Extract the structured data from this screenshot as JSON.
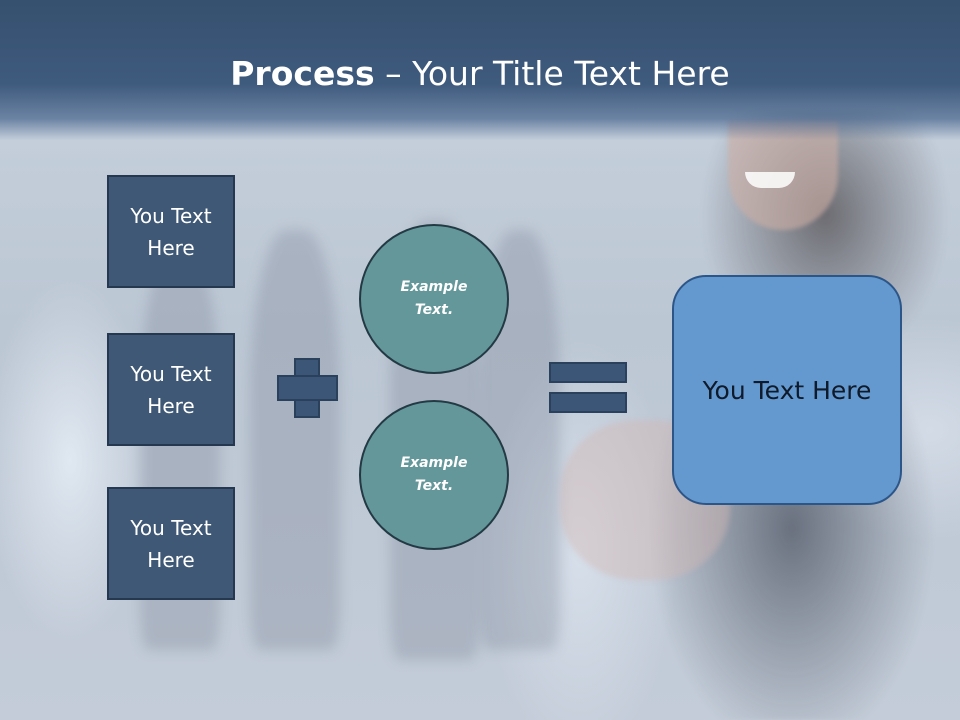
{
  "slide": {
    "title_bold": "Process",
    "title_rest": " – Your Title Text Here",
    "boxes": [
      {
        "label": "You Text Here"
      },
      {
        "label": "You Text Here"
      },
      {
        "label": "You Text Here"
      }
    ],
    "circles": [
      {
        "label": "Example Text."
      },
      {
        "label": "Example Text."
      }
    ],
    "result_label": "You Text Here",
    "colors": {
      "header": "#3e5a7d",
      "box_fill": "#3f5876",
      "circle_fill": "#64979a",
      "operator_fill": "#3b5676",
      "result_fill": "#6499cf"
    }
  }
}
